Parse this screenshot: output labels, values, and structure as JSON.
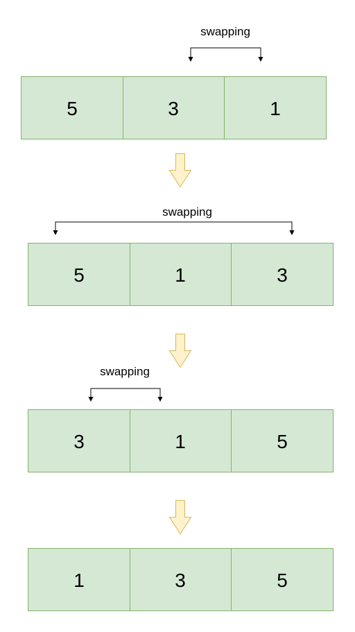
{
  "colors": {
    "cell_fill": "#d5e8d4",
    "cell_stroke": "#82b366",
    "arrow_fill": "#fff2cc",
    "arrow_stroke": "#d6b656"
  },
  "steps": [
    {
      "cells": [
        "5",
        "3",
        "1"
      ],
      "swap": {
        "label": "swapping",
        "from": 1,
        "to": 2
      }
    },
    {
      "cells": [
        "5",
        "1",
        "3"
      ],
      "swap": {
        "label": "swapping",
        "from": 0,
        "to": 2
      }
    },
    {
      "cells": [
        "3",
        "1",
        "5"
      ],
      "swap": {
        "label": "swapping",
        "from": 0,
        "to": 1
      }
    },
    {
      "cells": [
        "1",
        "3",
        "5"
      ]
    }
  ]
}
